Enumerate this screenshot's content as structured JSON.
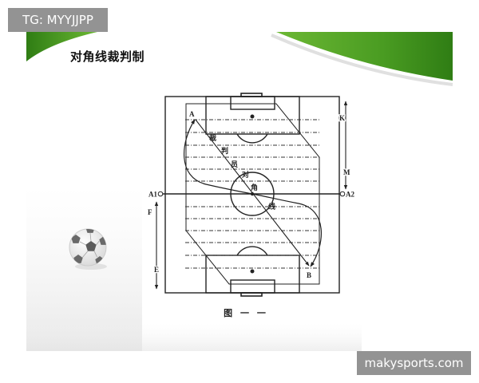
{
  "watermarks": {
    "top_left": "TG: MYYJJPP",
    "bottom_right": "makysports.com"
  },
  "slide": {
    "title": "对角线裁判制",
    "ball_icon": "soccer-ball-icon",
    "header_decoration": "green-swoosh"
  },
  "diagram": {
    "labels": {
      "a": "A",
      "b": "B",
      "k": "K",
      "m": "M",
      "f": "F",
      "e": "E",
      "a1": "A1",
      "a2": "A2"
    },
    "diagonal_label": [
      "裁",
      "判",
      "员",
      "对",
      "角",
      "线"
    ],
    "caption": "图 一 一"
  },
  "colors": {
    "header_green_dark": "#2f7d14",
    "header_green_light": "#6cb834",
    "diagram_line": "#222222",
    "watermark_bg": "#939393",
    "watermark_text": "#ffffff"
  }
}
